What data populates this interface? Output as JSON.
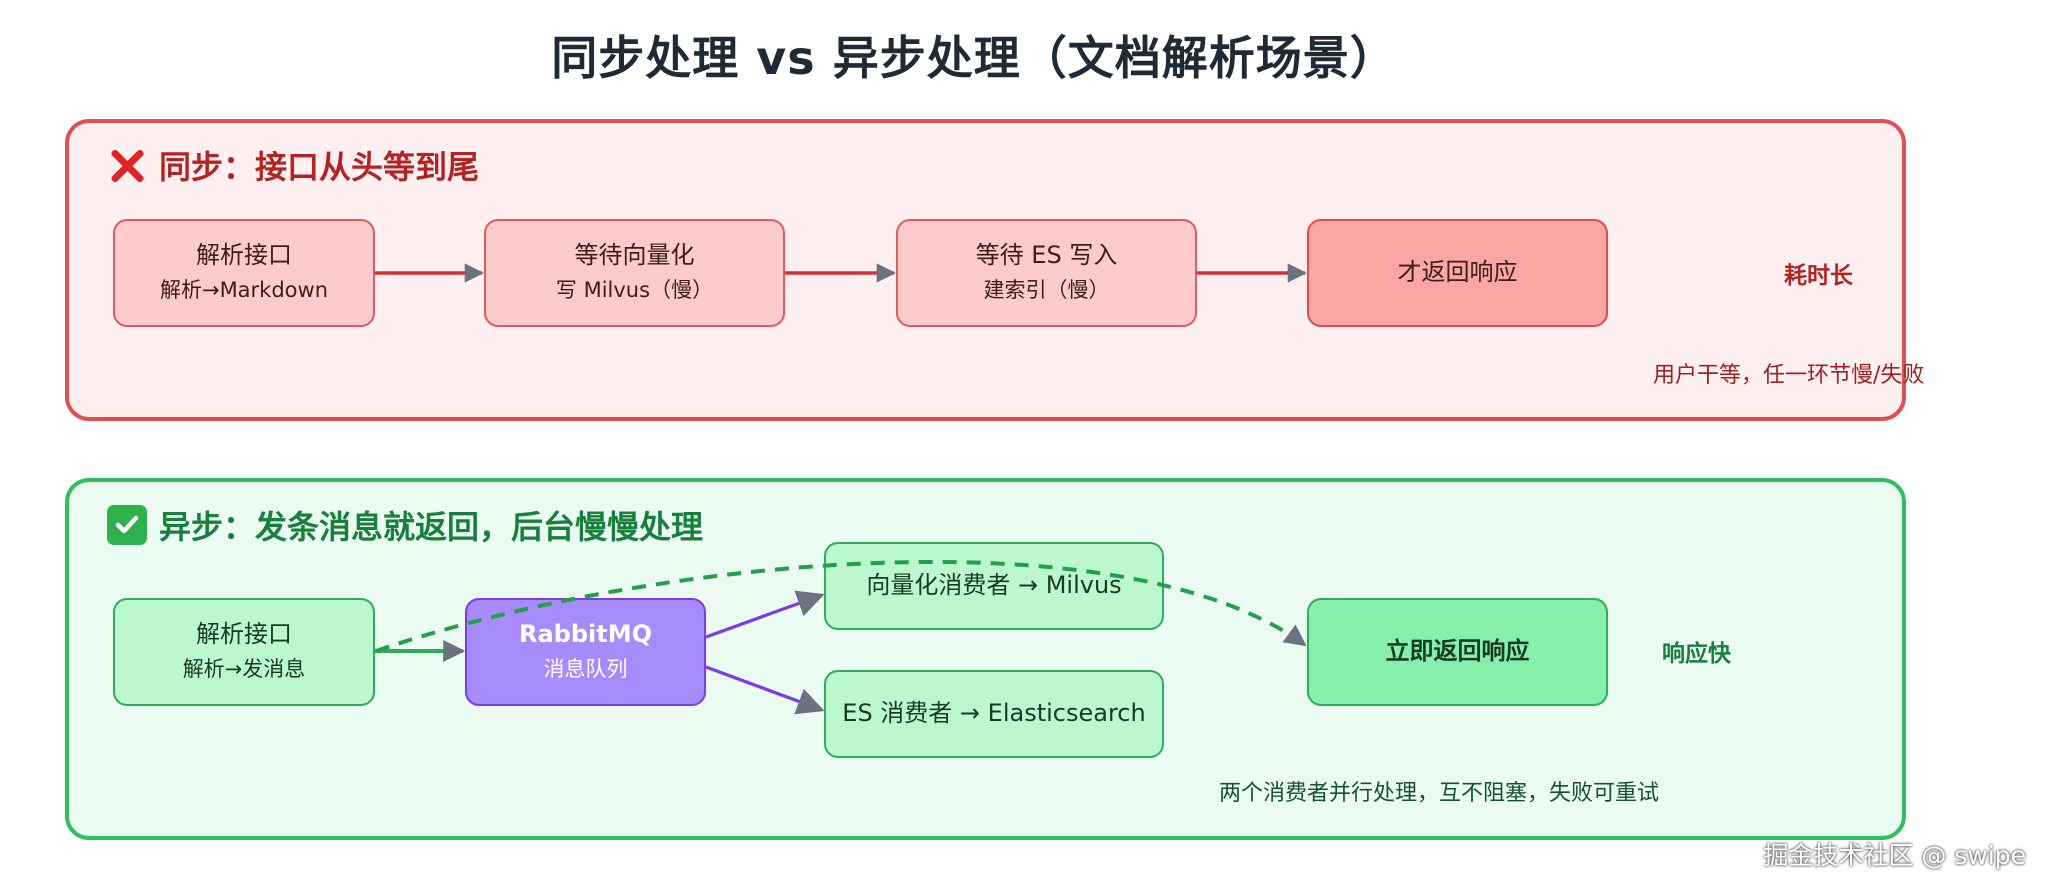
{
  "title": "同步处理 vs 异步处理（文档解析场景）",
  "sync": {
    "heading": "同步：接口从头等到尾",
    "steps": [
      {
        "main": "解析接口",
        "sub": "解析→Markdown"
      },
      {
        "main": "等待向量化",
        "sub": "写 Milvus（慢）"
      },
      {
        "main": "等待 ES 写入",
        "sub": "建索引（慢）"
      },
      {
        "main": "才返回响应",
        "sub": ""
      }
    ],
    "note_bold": "耗时长",
    "note": "用户干等，任一环节慢/失败"
  },
  "async": {
    "heading": "异步：发条消息就返回，后台慢慢处理",
    "parse": {
      "main": "解析接口",
      "sub": "解析→发消息"
    },
    "queue": {
      "main": "RabbitMQ",
      "sub": "消息队列"
    },
    "consumer_vector": "向量化消费者 → Milvus",
    "consumer_es": "ES 消费者 → Elasticsearch",
    "response": "立即返回响应",
    "note_bold": "响应快",
    "note": "两个消费者并行处理，互不阻塞，失败可重试"
  },
  "watermark": "掘金技术社区 @ swipe",
  "icons": {
    "sync": "cross-mark-icon",
    "async": "check-mark-icon"
  },
  "colors": {
    "sync_accent": "#e05252",
    "async_accent": "#2fbf5c",
    "queue": "#a78bfa",
    "arrow_head": "#6b7280"
  }
}
